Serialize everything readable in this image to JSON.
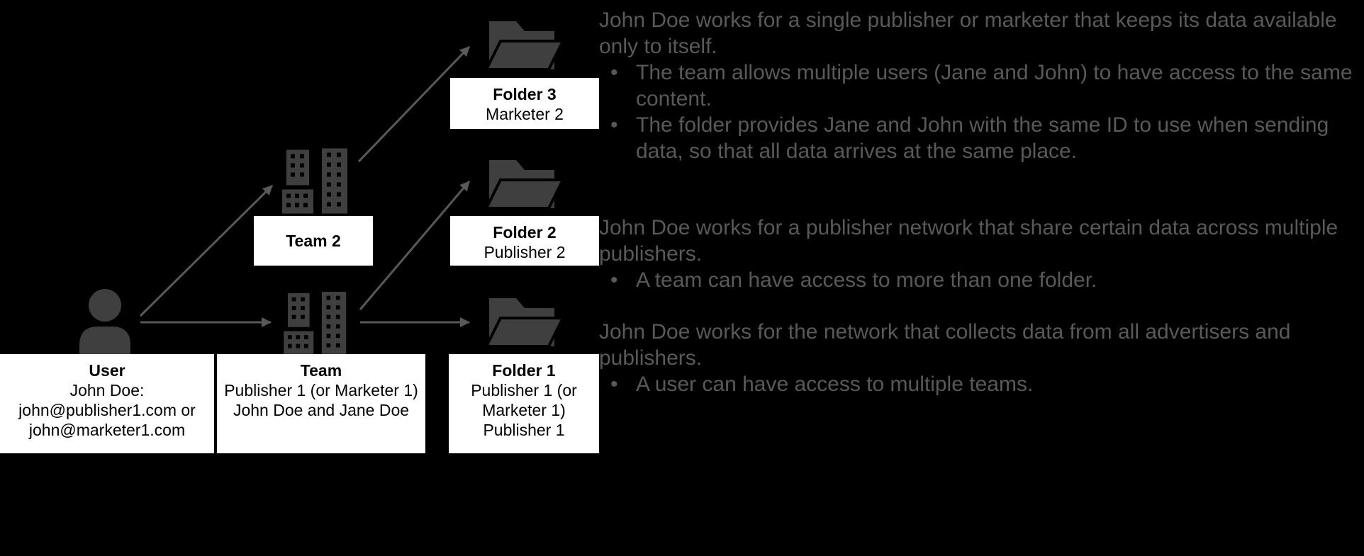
{
  "colors": {
    "background": "#000000",
    "icon_fill": "#3f3f3f",
    "arrow": "#595959",
    "box_background": "#ffffff",
    "box_text": "#000000",
    "annotation_text": "#595959"
  },
  "nodes": {
    "user": {
      "title": "User",
      "line1": "John Doe:",
      "line2": "john@publisher1.com or",
      "line3": "john@marketer1.com"
    },
    "team2": {
      "title": "Team 2"
    },
    "team": {
      "title": "Team",
      "line1": "Publisher 1 (or Marketer 1)",
      "line2": "John Doe and Jane Doe"
    },
    "folder3": {
      "title": "Folder 3",
      "line1": "Marketer 2"
    },
    "folder2": {
      "title": "Folder 2",
      "line1": "Publisher 2"
    },
    "folder1": {
      "title": "Folder 1",
      "line1": "Publisher 1 (or Marketer 1)",
      "line2": "Publisher 1"
    }
  },
  "annotations": [
    {
      "intro": "John Doe works for a single publisher or marketer that keeps its data available only to itself.",
      "bullets": [
        "The team allows multiple users (Jane and John) to have access to the same content.",
        "The folder provides Jane and John with the same ID to use when sending data, so that all data arrives at the same place."
      ]
    },
    {
      "intro": "John Doe works for a publisher network that share certain data across multiple publishers.",
      "bullets": [
        "A team can have access to more than one folder."
      ]
    },
    {
      "intro": "John Doe works for the network that collects data from all advertisers and publishers.",
      "bullets": [
        "A user can have access to multiple teams."
      ]
    }
  ]
}
